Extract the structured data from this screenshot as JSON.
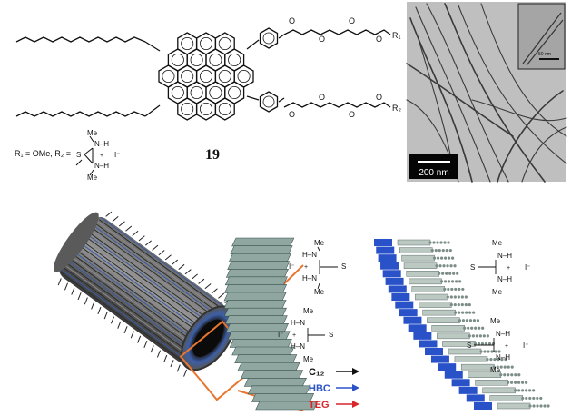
{
  "top_structure": {
    "compound_number": "19",
    "r_group_def": "R₁ = OMe, R₂ =",
    "r1_label": "R₁",
    "r2_label": "R₂",
    "oxygen_label": "O",
    "amidinium": {
      "methyl": "Me",
      "nh": "N–H",
      "sulfur": "S",
      "plus": "+",
      "counterion": "I⁻"
    }
  },
  "tem_image": {
    "scale_bar_main": "200 nm",
    "scale_bar_inset": "50 nm"
  },
  "bottom_diagram": {
    "legend": [
      {
        "label": "C₁₂",
        "color": "#111111"
      },
      {
        "label": "HBC",
        "color": "#2a52c8"
      },
      {
        "label": "TEG",
        "color": "#d8262a"
      }
    ],
    "side_groups": {
      "methyl": "Me",
      "nh": "N–H",
      "hn": "H–N",
      "sulfur": "S",
      "plus": "+",
      "counterion": "I⁻"
    }
  },
  "colors": {
    "callout_orange": "#e8762e",
    "hbc_blue": "#2a52c8",
    "teg_red": "#d8262a"
  }
}
